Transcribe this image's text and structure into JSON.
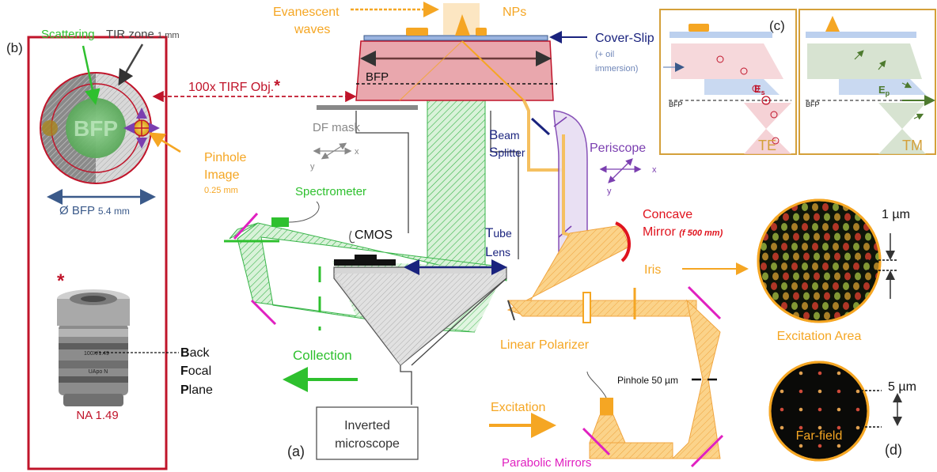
{
  "colors": {
    "orange": "#f5a623",
    "green": "#2ec02e",
    "red": "#c0142a",
    "navy": "#1a237e",
    "magenta": "#e020c0",
    "purple": "#7b3fb0",
    "gray": "#777777"
  },
  "panel_b": {
    "tag": "(b)",
    "scattering": "Scattering",
    "tir_zone": "TIR zone",
    "tir_zone_size": "1 mm",
    "bfp": "BFP",
    "pinhole_image_line1": "Pinhole",
    "pinhole_image_line2": "Image",
    "pinhole_image_size": "0.25 mm",
    "bfp_diameter": "Ø BFP",
    "bfp_diameter_size": "5.4 mm",
    "asterisk": "*",
    "na": "NA 1.49",
    "lens_print_1": "100X/1.49",
    "lens_print_2": "UApo N",
    "back": "B",
    "back_rest": "ack",
    "focal": "F",
    "focal_rest": "ocal",
    "plane": "P",
    "plane_rest": "lane"
  },
  "panel_a": {
    "tag": "(a)",
    "evanescent_1": "Evanescent",
    "evanescent_2": "waves",
    "nps": "NPs",
    "cover_slip": "Cover-Slip",
    "oil_1": "(+ oil",
    "oil_2": "immersion)",
    "objective": "100x TIRF Obj.",
    "objective_star": "*",
    "bfp": "BFP",
    "df_mask": "DF mask",
    "axis_x": "x",
    "axis_y": "y",
    "beam_b": "B",
    "beam_rest": "eam",
    "splitter_s": "S",
    "splitter_rest": "plitter",
    "periscope": "Periscope",
    "spectrometer": "Spectrometer",
    "cmos": "CMOS",
    "tube_t": "T",
    "tube_rest": "ube",
    "lens_l": "L",
    "lens_rest": "ens",
    "concave_1": "Concave",
    "concave_2": "Mirror",
    "concave_f": "(f 500 mm)",
    "iris": "Iris",
    "linear_polarizer": "Linear Polarizer",
    "collection": "Collection",
    "pinhole": "Pinhole 50 µm",
    "excitation": "Excitation",
    "inverted_1": "Inverted",
    "inverted_2": "microscope",
    "parabolic": "Parabolic Mirrors"
  },
  "panel_c": {
    "tag": "(c)",
    "bfp_left": "BFP",
    "bfp_right": "BFP",
    "es": "E",
    "es_sub": "s",
    "ep": "E",
    "ep_sub": "p",
    "te": "TE",
    "tm": "TM"
  },
  "panel_d": {
    "scale_1": "1 µm",
    "excitation_area": "Excitation Area",
    "scale_5": "5 µm",
    "far_field": "Far-field",
    "tag": "(d)"
  }
}
